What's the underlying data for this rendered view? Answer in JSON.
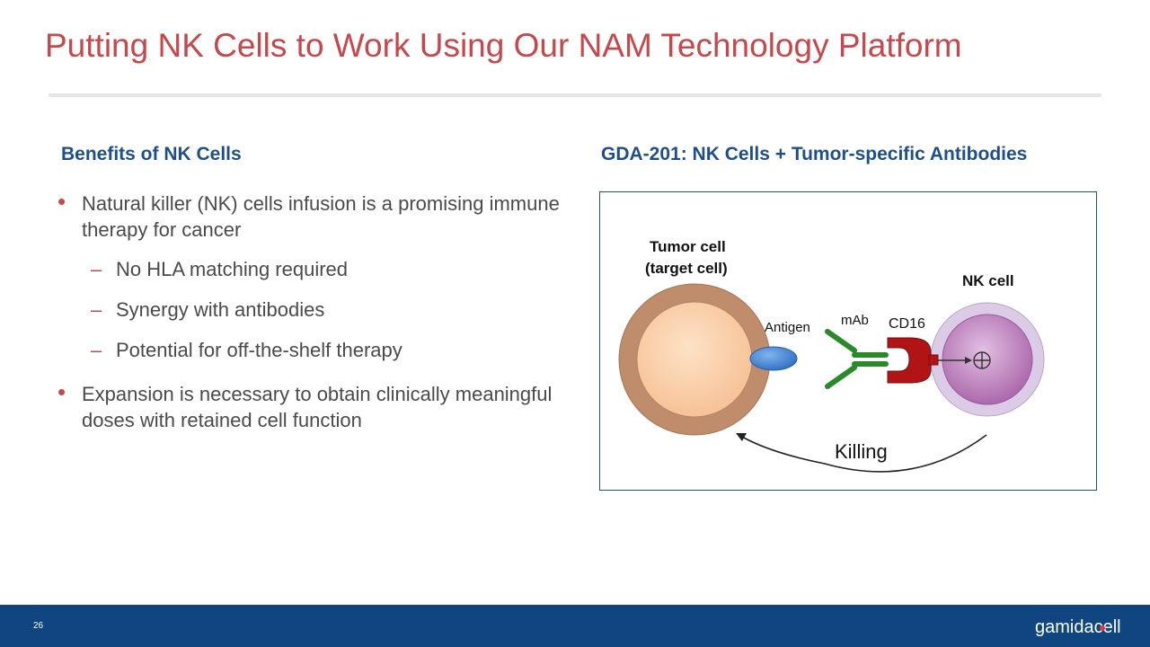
{
  "title": "Putting NK Cells to Work Using Our NAM Technology Platform",
  "left": {
    "heading": "Benefits of NK Cells",
    "bullets": [
      {
        "text": "Natural killer (NK) cells infusion is a promising immune therapy for cancer",
        "sub": [
          "No HLA matching required",
          "Synergy with antibodies",
          "Potential for off-the-shelf therapy"
        ]
      },
      {
        "text": "Expansion is necessary to obtain clinically meaningful doses with retained cell function"
      }
    ]
  },
  "right": {
    "heading": "GDA-201: NK Cells + Tumor-specific Antibodies",
    "diagram": {
      "tumor_label_1": "Tumor cell",
      "tumor_label_2": "(target cell)",
      "nk_label": "NK cell",
      "antigen_label": "Antigen",
      "mab_label": "mAb",
      "cd16_label": "CD16",
      "killing_label": "Killing"
    }
  },
  "footer": {
    "page_number": "26",
    "logo_left": "gamida",
    "logo_c": "c",
    "logo_right": "ell"
  },
  "colors": {
    "title": "#c9464a",
    "heading": "#1f4f8a",
    "footer": "#0f4580",
    "tumor_outer": "#c08d6c",
    "tumor_inner": "#f9c9a1",
    "nk_outer": "#d9c9e2",
    "nk_inner": "#b475b4",
    "antigen": "#3d7fd1",
    "antibody": "#2a8a2a",
    "cd16": "#b01414"
  }
}
